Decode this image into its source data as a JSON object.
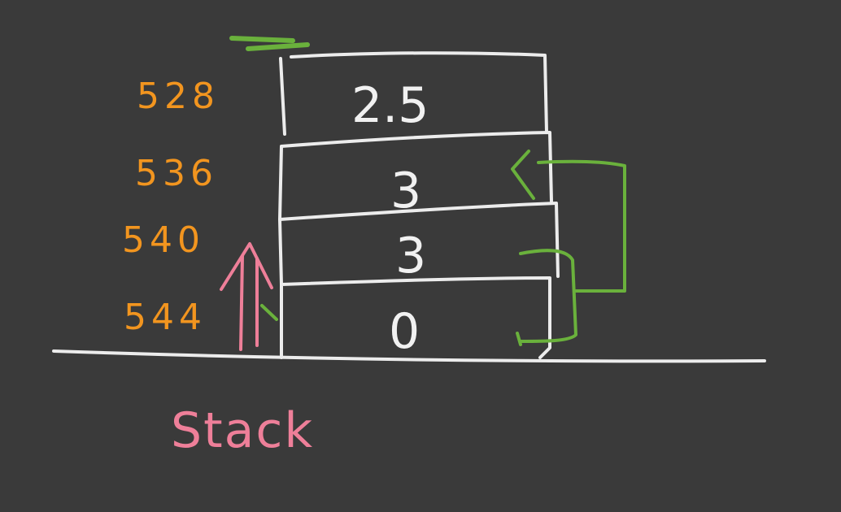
{
  "addresses": [
    "528",
    "536",
    "540",
    "544"
  ],
  "cells": [
    "2.5",
    "3",
    "3",
    "0"
  ],
  "caption": "Stack",
  "colors": {
    "background": "#3a3a3a",
    "address": "#f2951f",
    "cell_text": "#f1f1f1",
    "stack_arrow": "#ee7f99",
    "pointer_arrows": "#6ab13c",
    "lines": "#ececec"
  }
}
